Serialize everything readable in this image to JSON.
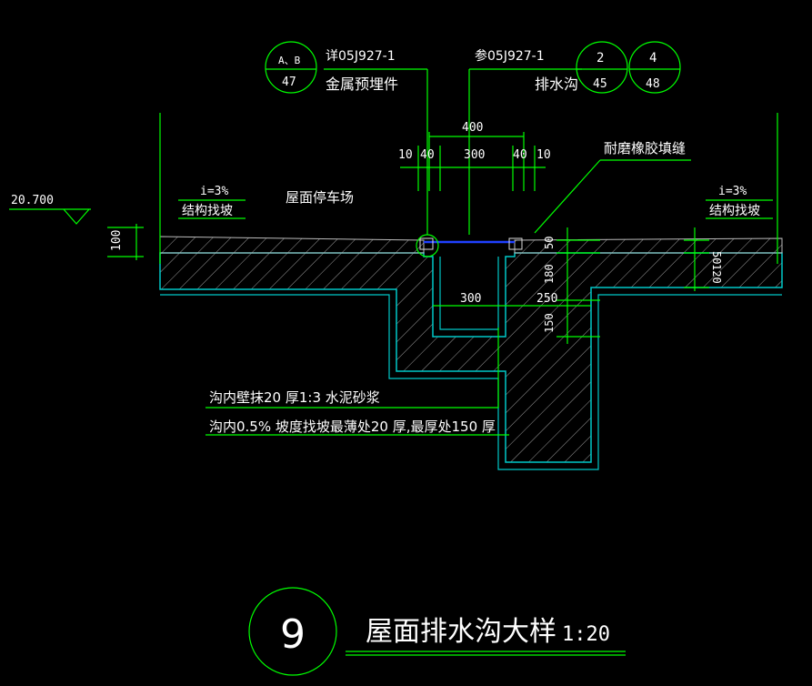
{
  "colors": {
    "background": "#000000",
    "green": "#00ff00",
    "white": "#ffffff",
    "cyan": "#00c8c8",
    "blue": "#2040ff",
    "hatch": "#b0b0b0"
  },
  "refs": {
    "left": {
      "note1": "详05J927-1",
      "note2": "金属预埋件",
      "circle_top": "A、B",
      "circle_bottom": "47"
    },
    "right": {
      "note1": "参05J927-1",
      "note2": "排水沟",
      "circle1_top": "2",
      "circle1_bottom": "45",
      "circle2_top": "4",
      "circle2_bottom": "48"
    }
  },
  "dims": {
    "top_total": "400",
    "top_a": "10",
    "top_b": "40",
    "top_c": "300",
    "top_d": "40",
    "top_e": "10",
    "left_thickness": "100",
    "right_50a": "50",
    "right_180": "180",
    "right_150": "150",
    "right_50b": "50",
    "right_120": "120",
    "trench_width": "300",
    "trench_250": "250"
  },
  "labels": {
    "elevation": "20.700",
    "slope_left": "i=3%",
    "slope_left_note": "结构找坡",
    "parking": "屋面停车场",
    "rubber": "耐磨橡胶填缝",
    "slope_right": "i=3%",
    "slope_right_note": "结构找坡",
    "note_wall": "沟内壁抹20 厚1:3  水泥砂浆",
    "note_bottom": "沟内0.5%  坡度找坡最薄处20 厚,最厚处150  厚"
  },
  "title": {
    "number": "9",
    "text": "屋面排水沟大样",
    "scale": "1:20"
  }
}
